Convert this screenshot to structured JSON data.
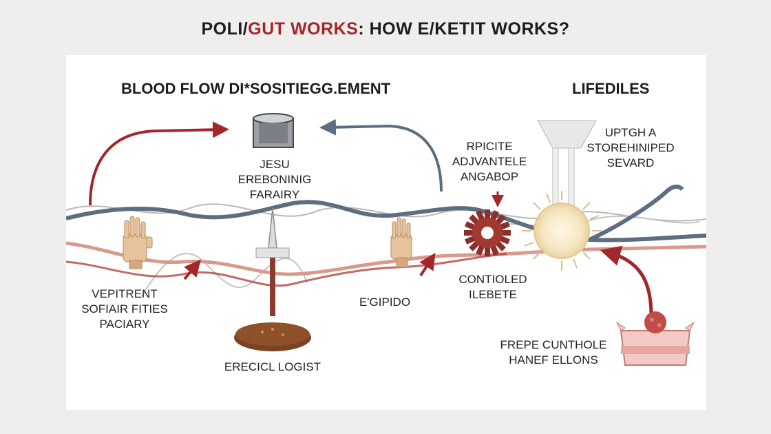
{
  "title": {
    "part1": "POLI/",
    "part2": "GUT WORKS",
    "part3": ": HOW E/KETIT WORKS?"
  },
  "headings": {
    "left": "BLOOD FLOW DI*SOSITIEGG.EMENT",
    "right": "LIFEDILES"
  },
  "labels": {
    "top_center": [
      "JESU",
      "EREBONINIG",
      "FARAIRY"
    ],
    "top_mid_right": [
      "RPICITE",
      "ADJVANTELE",
      "ANGABOP"
    ],
    "top_right": [
      "UPTGH A",
      "STOREHINIPED",
      "SEVARD"
    ],
    "left_bottom": [
      "VEPITRENT",
      "SOFIAIR FITIES",
      "PACIARY"
    ],
    "center_bottom": "E'GIPIDO",
    "mid_bottom": [
      "CONTIOLED",
      "ILEBETE"
    ],
    "bottom_center": "ERECICL LOGIST",
    "bottom_right": [
      "FREPE CUNTHOLE",
      "HANEF ELLONS"
    ]
  },
  "colors": {
    "red": "#a3262a",
    "blue": "#5c6e80",
    "pink": "#d99a8e",
    "gray_wave": "#b9b9b9",
    "background": "#efeeec",
    "panel": "#ffffff"
  }
}
